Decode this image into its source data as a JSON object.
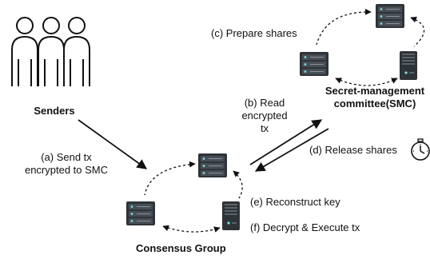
{
  "senders": {
    "title": "Senders"
  },
  "smc": {
    "title_line1": "Secret-management",
    "title_line2": "committee(SMC)"
  },
  "consensus": {
    "title": "Consensus Group"
  },
  "steps": {
    "a_line1": "(a) Send tx",
    "a_line2": "encrypted to SMC",
    "b_line1": "(b) Read",
    "b_line2": "encrypted",
    "b_line3": "tx",
    "c": "(c) Prepare shares",
    "d": "(d) Release shares",
    "e": "(e) Reconstruct key",
    "f": "(f) Decrypt & Execute tx"
  },
  "icons": {
    "people": "group-of-people-icon",
    "server": "server-icon",
    "stopwatch": "stopwatch-icon"
  }
}
